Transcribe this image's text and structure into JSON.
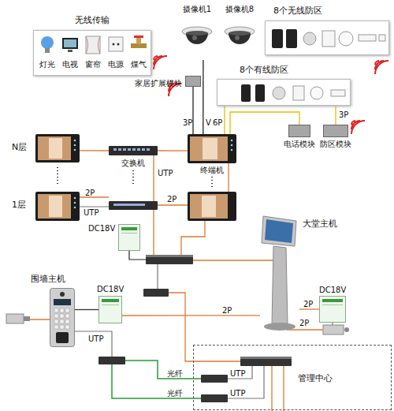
{
  "diagram": {
    "nodes": [
      {
        "text": [
          "无线传输"
        ]
      },
      {
        "text": [
          "灯光"
        ],
        "in": 0
      },
      {
        "text": [
          "电视"
        ],
        "in": 0
      },
      {
        "text": [
          "窗帘"
        ],
        "in": 0
      },
      {
        "text": [
          "电源"
        ],
        "in": 0
      },
      {
        "text": [
          "煤气"
        ],
        "in": 0
      },
      {
        "text": [
          "摄像机1"
        ]
      },
      {
        "text": [
          "摄像机8"
        ]
      },
      {
        "text": [
          "8个无线防区"
        ]
      },
      {
        "text": [
          "家居扩展模块"
        ]
      },
      {
        "text": [
          "8个有线防区"
        ]
      },
      {
        "text": [
          "N层"
        ]
      },
      {
        "text": [
          "交换机"
        ]
      },
      {
        "text": [
          "终端机"
        ]
      },
      {
        "text": [
          "电话模块"
        ]
      },
      {
        "text": [
          "防区模块"
        ]
      },
      {
        "text": [
          "1层"
        ]
      },
      {
        "text": [
          "DC18V"
        ]
      },
      {
        "text": [
          "大堂主机"
        ]
      },
      {
        "text": [
          "围墙主机"
        ]
      },
      {
        "text": [
          "DC18V"
        ]
      },
      {
        "text": [
          "DC18V"
        ]
      },
      {
        "text": [
          "管理中心"
        ]
      }
    ],
    "edges": [
      {
        "from": 9,
        "to": 13,
        "label": "3P",
        "arrow": "none"
      },
      {
        "from": 6,
        "to": 13,
        "label": "V",
        "arrow": "none"
      },
      {
        "from": 10,
        "to": 13,
        "label": "6P",
        "arrow": "none"
      },
      {
        "from": 15,
        "to": 10,
        "label": "3P",
        "arrow": "none"
      },
      {
        "from": 14,
        "to": 13,
        "arrow": "none"
      },
      {
        "from": 11,
        "to": 12,
        "arrow": "none"
      },
      {
        "from": 12,
        "to": 13,
        "arrow": "none"
      },
      {
        "from": 20,
        "to": 19,
        "arrow": "none"
      },
      {
        "from": 20,
        "to": 18,
        "label": "2P",
        "arrow": "none"
      },
      {
        "from": 21,
        "to": 18,
        "label": "2P",
        "arrow": "none"
      }
    ],
    "labels": [
      "UTP",
      "2P",
      "UTP",
      "2P",
      "UTP",
      "光纤",
      "光纤",
      "UTP",
      "UTP",
      "2P"
    ]
  }
}
